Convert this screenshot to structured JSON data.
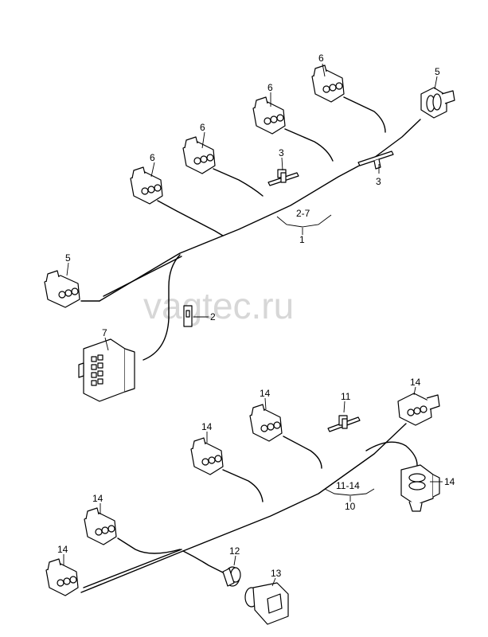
{
  "watermark": "vagtec.ru",
  "callouts": {
    "c1": "6",
    "c2": "5",
    "c3": "6",
    "c4": "6",
    "c5": "6",
    "c6": "3",
    "c7": "3",
    "c8": "2-7",
    "c9": "1",
    "c10": "5",
    "c11": "2",
    "c12": "7",
    "c13": "14",
    "c14": "11",
    "c15": "14",
    "c16": "14",
    "c17": "14",
    "c18": "11-14",
    "c19": "10",
    "c20": "14",
    "c21": "14",
    "c22": "12",
    "c23": "13"
  }
}
